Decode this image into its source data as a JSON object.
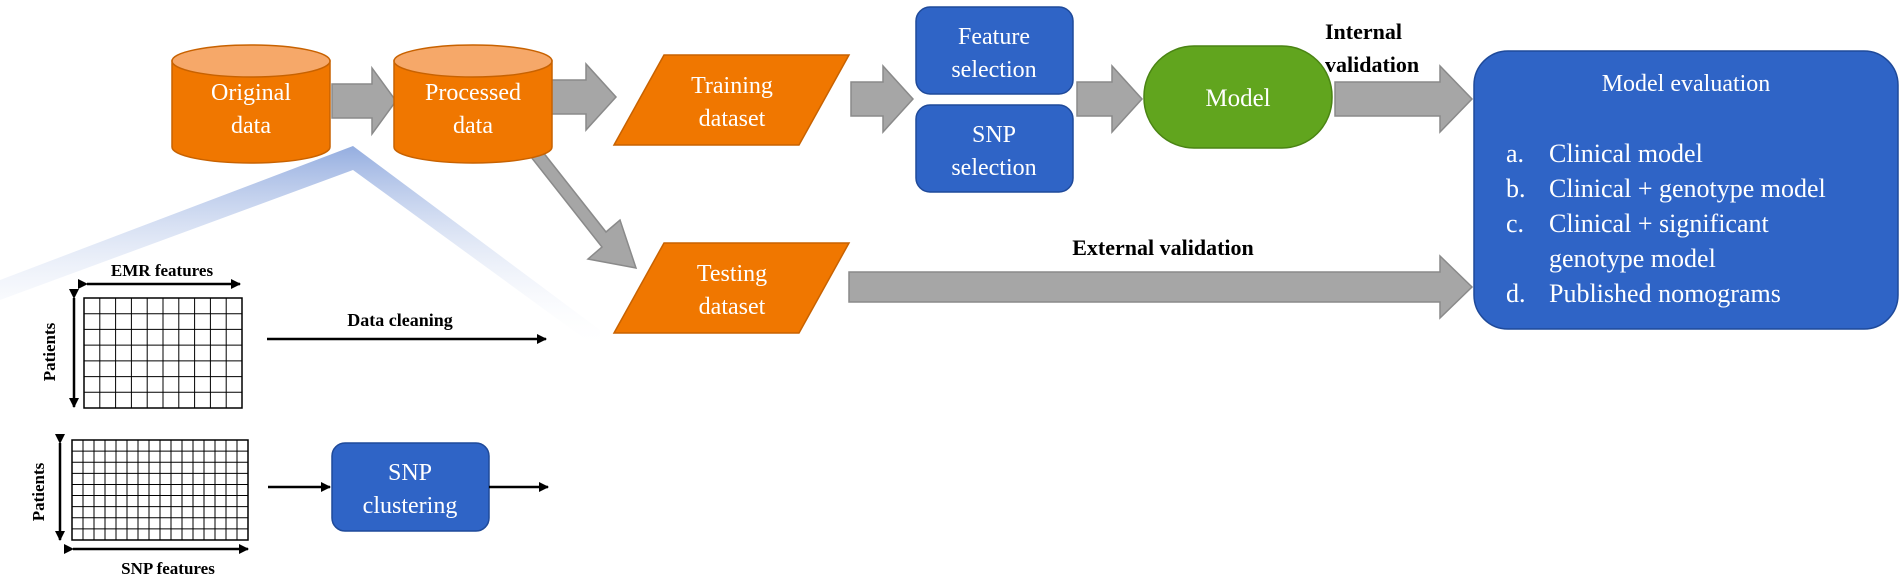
{
  "nodes": {
    "original_data": [
      "Original",
      "data"
    ],
    "processed_data": [
      "Processed",
      "data"
    ],
    "training_dataset": [
      "Training",
      "dataset"
    ],
    "testing_dataset": [
      "Testing",
      "dataset"
    ],
    "feature_selection": [
      "Feature",
      "selection"
    ],
    "snp_selection": [
      "SNP",
      "selection"
    ],
    "model": "Model",
    "snp_clustering": [
      "SNP",
      "clustering"
    ]
  },
  "model_evaluation": {
    "title": "Model evaluation",
    "items": [
      {
        "marker": "a.",
        "lines": [
          "Clinical model"
        ]
      },
      {
        "marker": "b.",
        "lines": [
          "Clinical + genotype model"
        ]
      },
      {
        "marker": "c.",
        "lines": [
          "Clinical + significant",
          "genotype model"
        ]
      },
      {
        "marker": "d.",
        "lines": [
          "Published nomograms"
        ]
      }
    ]
  },
  "edge_labels": {
    "internal_validation": [
      "Internal",
      "validation"
    ],
    "external_validation": "External validation",
    "data_cleaning": "Data cleaning"
  },
  "matrices": {
    "emr_columns": "EMR features",
    "emr_rows": "Patients",
    "snp_columns": "SNP features",
    "snp_rows": "Patients"
  },
  "colors": {
    "orange": "#F07700",
    "orange_top": "#F6A869",
    "blue": "#2F64C6",
    "green": "#61A51E",
    "arrow_gray": "#A6A6A6"
  }
}
